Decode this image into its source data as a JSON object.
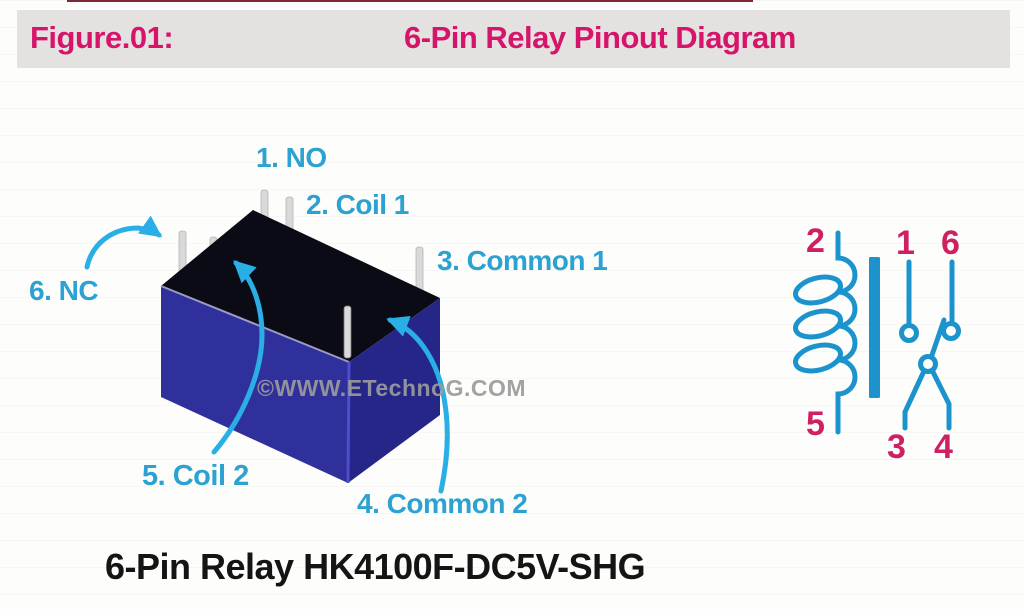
{
  "header": {
    "figure_label": "Figure.01:",
    "title": "6-Pin Relay Pinout Diagram"
  },
  "pin_labels": {
    "p1": "1. NO",
    "p2": "2. Coil 1",
    "p3": "3. Common 1",
    "p4": "4. Common 2",
    "p5": "5. Coil 2",
    "p6": "6. NC"
  },
  "schematic_pins": {
    "coil_top": "2",
    "coil_bottom": "5",
    "no_contact": "1",
    "nc_contact": "6",
    "common_left": "3",
    "common_right": "4"
  },
  "watermark": "©WWW.ETechnoG.COM",
  "caption": "6-Pin Relay HK4100F-DC5V-SHG",
  "colors": {
    "header_text": "#d6146a",
    "header_bar_bg": "#e3e2e0",
    "pin_label_cyan": "#2ba2d2",
    "arrow_cyan": "#2aaee6",
    "schematic_blue": "#1d93cd",
    "schematic_number_pink": "#ce2063",
    "relay_top_face": "#0b0b15",
    "relay_left_face": "#30309d",
    "relay_right_face": "#262689",
    "pin_gray": "#d9d9d9",
    "caption_black": "#141414",
    "watermark_gray": "#9b9b9b"
  }
}
